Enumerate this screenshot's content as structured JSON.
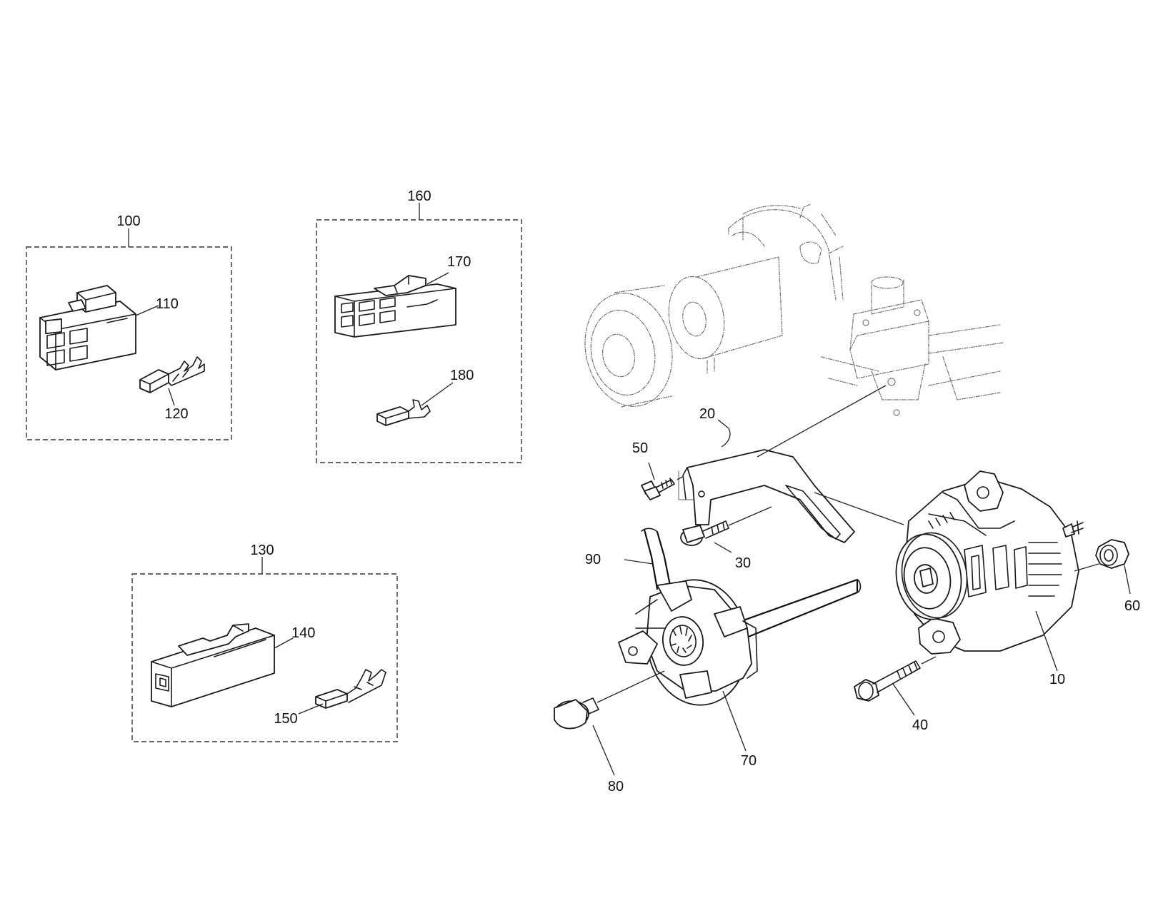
{
  "callouts": {
    "c10": "10",
    "c20": "20",
    "c30": "30",
    "c40": "40",
    "c50": "50",
    "c60": "60",
    "c70": "70",
    "c80": "80",
    "c90": "90",
    "c100": "100",
    "c110": "110",
    "c120": "120",
    "c130": "130",
    "c140": "140",
    "c150": "150",
    "c160": "160",
    "c170": "170",
    "c180": "180"
  },
  "colors": {
    "line": "#1a1a1a",
    "faint_line": "#7a7a7a",
    "background": "#ffffff"
  }
}
